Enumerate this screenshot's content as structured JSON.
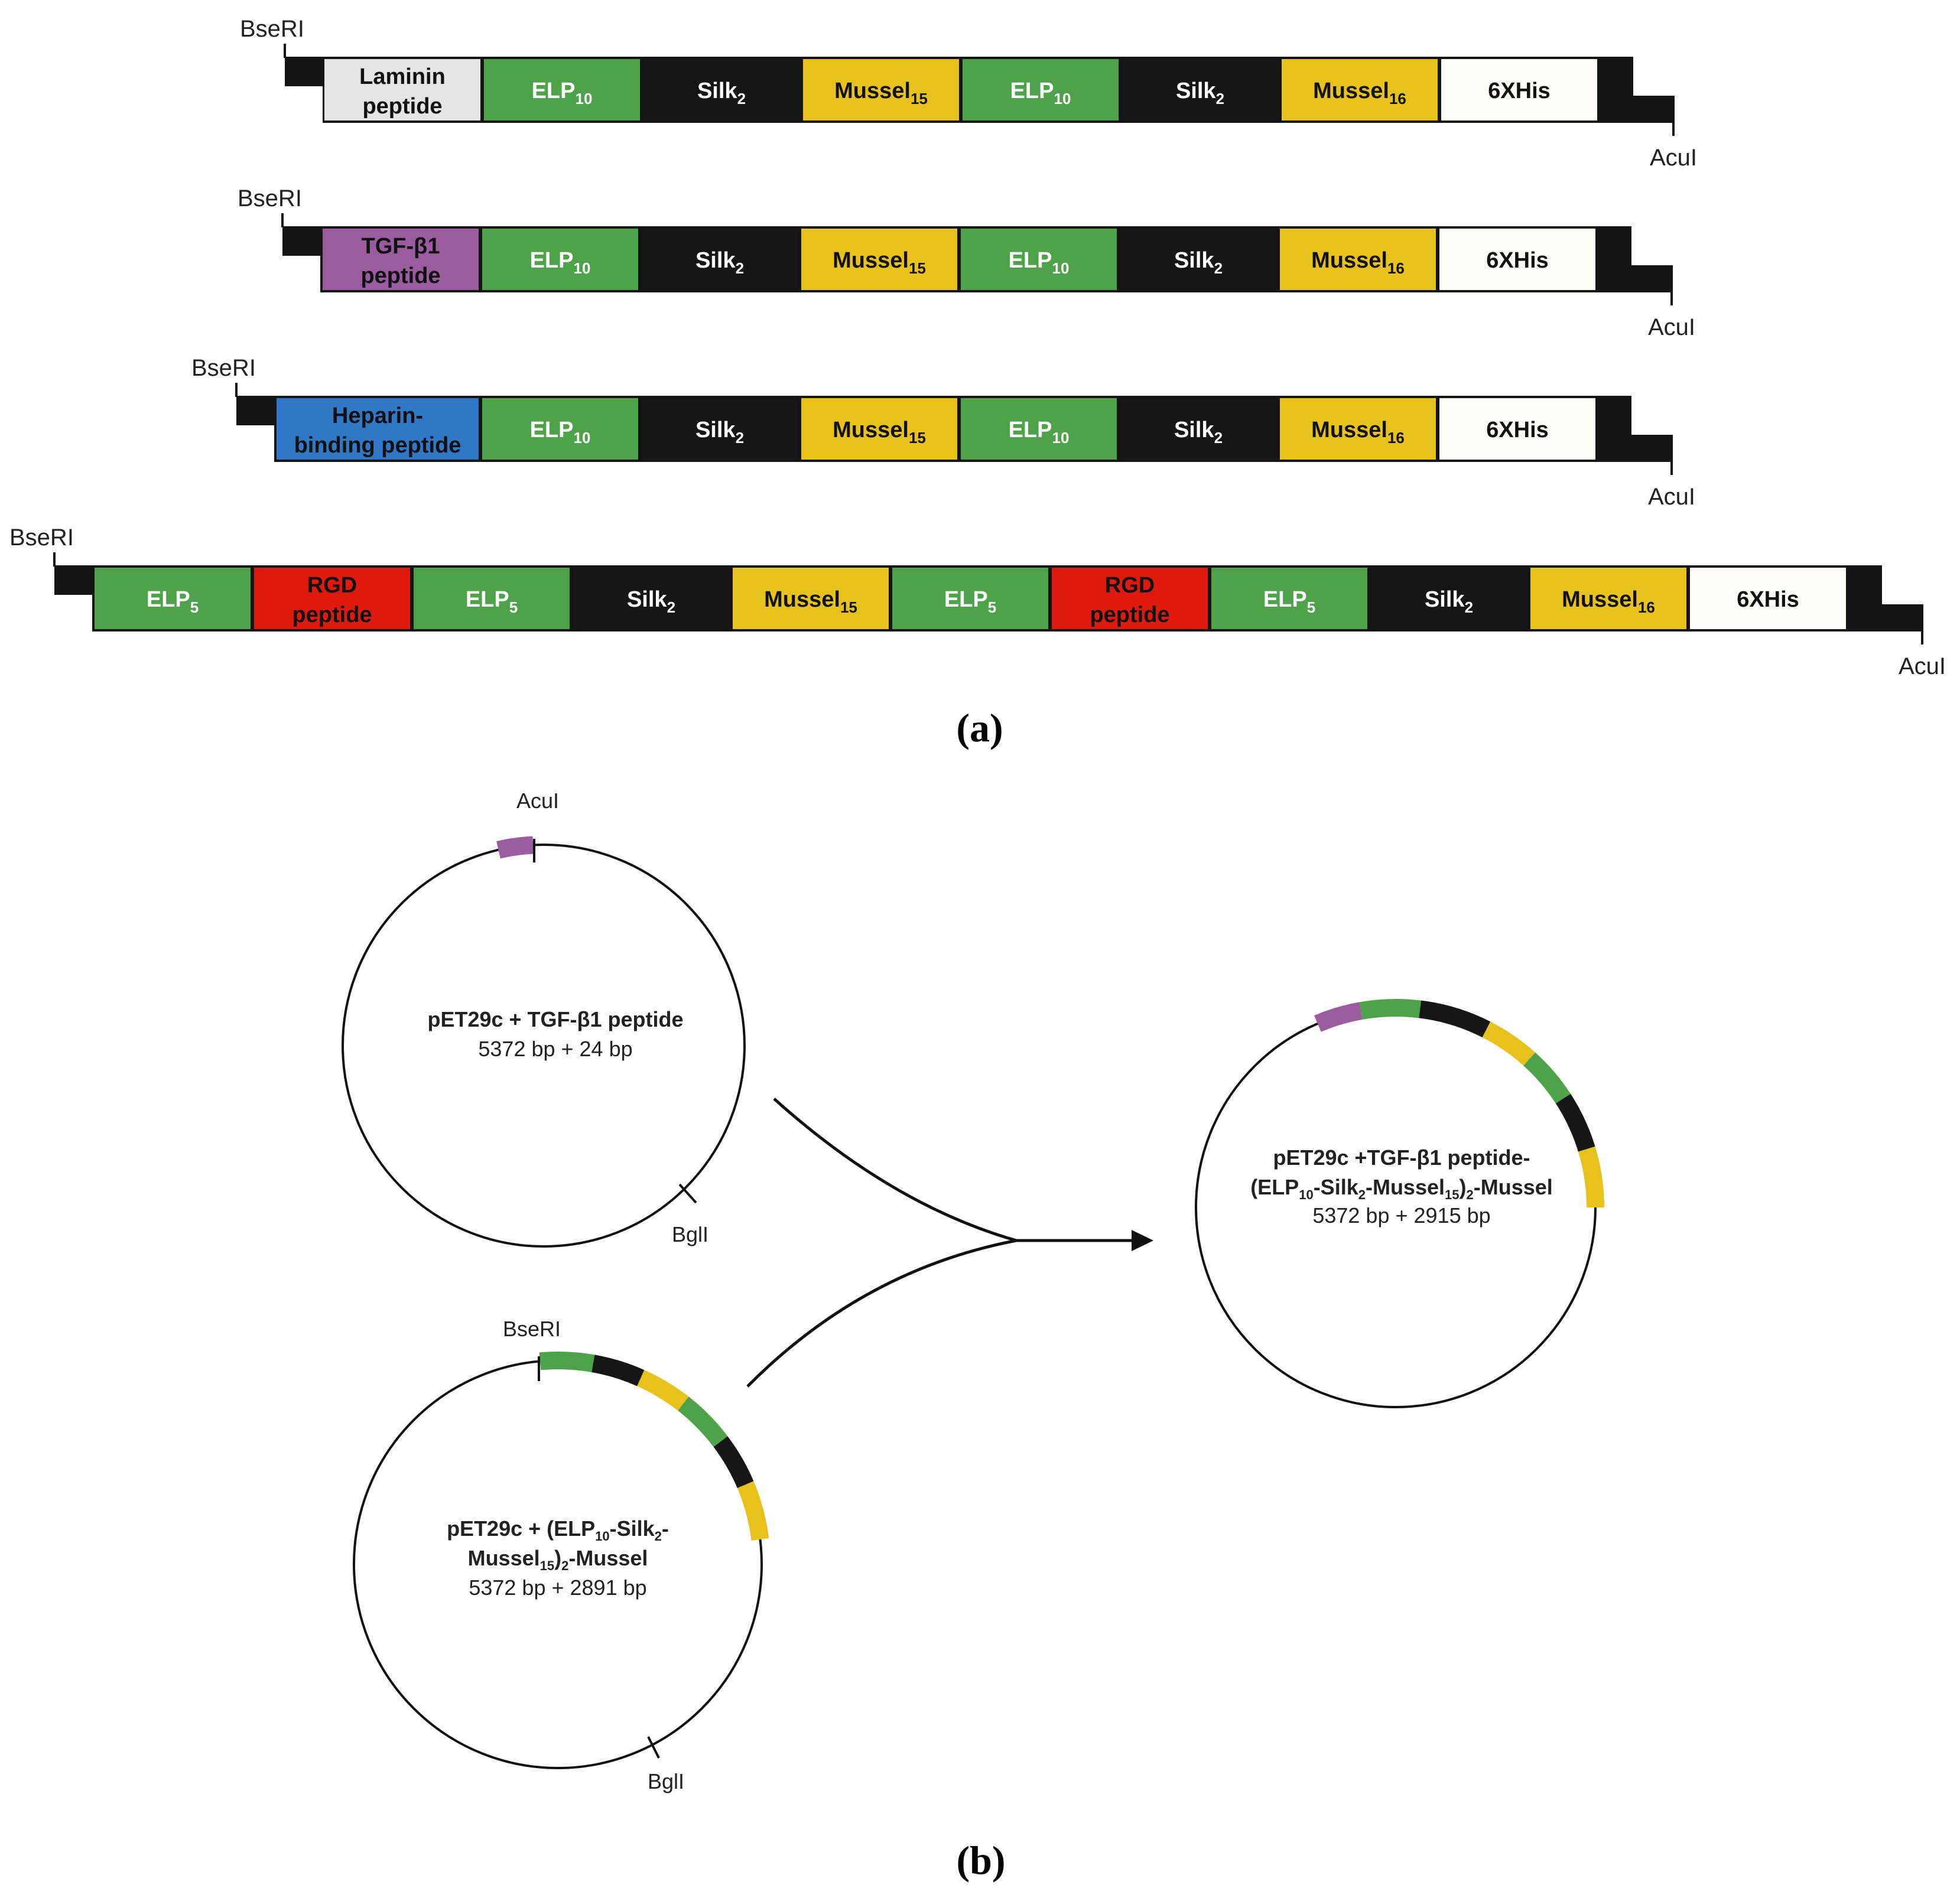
{
  "colors": {
    "elp": "#4ea24a",
    "silk": "#161616",
    "mussel": "#e7c21c",
    "his": "#fffdf7",
    "laminin": "#e4e4e4",
    "tgf": "#9b5b9f",
    "heparin": "#3078c6",
    "rgd": "#dd1a0d",
    "outline": "#111111"
  },
  "panel_a": {
    "caption": "(a)",
    "constructs": [
      {
        "left_site": "BseRI",
        "right_site": "AcuI",
        "segments": [
          {
            "lines": [
              "Laminin",
              "peptide"
            ],
            "color": "laminin",
            "text": "dark"
          },
          {
            "name": "ELP",
            "sub": "10",
            "color": "elp",
            "text": "light"
          },
          {
            "name": "Silk",
            "sub": "2",
            "color": "silk",
            "text": "light"
          },
          {
            "name": "Mussel",
            "sub": "15",
            "color": "mussel",
            "text": "dark"
          },
          {
            "name": "ELP",
            "sub": "10",
            "color": "elp",
            "text": "light"
          },
          {
            "name": "Silk",
            "sub": "2",
            "color": "silk",
            "text": "light"
          },
          {
            "name": "Mussel",
            "sub": "16",
            "color": "mussel",
            "text": "dark"
          },
          {
            "name": "6XHis",
            "sub": "",
            "color": "his",
            "text": "dark"
          }
        ]
      },
      {
        "left_site": "BseRI",
        "right_site": "AcuI",
        "segments": [
          {
            "lines": [
              "TGF-β1",
              "peptide"
            ],
            "color": "tgf",
            "text": "dark"
          },
          {
            "name": "ELP",
            "sub": "10",
            "color": "elp",
            "text": "light"
          },
          {
            "name": "Silk",
            "sub": "2",
            "color": "silk",
            "text": "light"
          },
          {
            "name": "Mussel",
            "sub": "15",
            "color": "mussel",
            "text": "dark"
          },
          {
            "name": "ELP",
            "sub": "10",
            "color": "elp",
            "text": "light"
          },
          {
            "name": "Silk",
            "sub": "2",
            "color": "silk",
            "text": "light"
          },
          {
            "name": "Mussel",
            "sub": "16",
            "color": "mussel",
            "text": "dark"
          },
          {
            "name": "6XHis",
            "sub": "",
            "color": "his",
            "text": "dark"
          }
        ]
      },
      {
        "left_site": "BseRI",
        "right_site": "AcuI",
        "segments": [
          {
            "lines": [
              "Heparin-",
              "binding peptide"
            ],
            "color": "heparin",
            "text": "dark"
          },
          {
            "name": "ELP",
            "sub": "10",
            "color": "elp",
            "text": "light"
          },
          {
            "name": "Silk",
            "sub": "2",
            "color": "silk",
            "text": "light"
          },
          {
            "name": "Mussel",
            "sub": "15",
            "color": "mussel",
            "text": "dark"
          },
          {
            "name": "ELP",
            "sub": "10",
            "color": "elp",
            "text": "light"
          },
          {
            "name": "Silk",
            "sub": "2",
            "color": "silk",
            "text": "light"
          },
          {
            "name": "Mussel",
            "sub": "16",
            "color": "mussel",
            "text": "dark"
          },
          {
            "name": "6XHis",
            "sub": "",
            "color": "his",
            "text": "dark"
          }
        ]
      },
      {
        "left_site": "BseRI",
        "right_site": "AcuI",
        "segments": [
          {
            "name": "ELP",
            "sub": "5",
            "color": "elp",
            "text": "light"
          },
          {
            "lines": [
              "RGD",
              "peptide"
            ],
            "color": "rgd",
            "text": "dark"
          },
          {
            "name": "ELP",
            "sub": "5",
            "color": "elp",
            "text": "light"
          },
          {
            "name": "Silk",
            "sub": "2",
            "color": "silk",
            "text": "light"
          },
          {
            "name": "Mussel",
            "sub": "15",
            "color": "mussel",
            "text": "dark"
          },
          {
            "name": "ELP",
            "sub": "5",
            "color": "elp",
            "text": "light"
          },
          {
            "lines": [
              "RGD",
              "peptide"
            ],
            "color": "rgd",
            "text": "dark"
          },
          {
            "name": "ELP",
            "sub": "5",
            "color": "elp",
            "text": "light"
          },
          {
            "name": "Silk",
            "sub": "2",
            "color": "silk",
            "text": "light"
          },
          {
            "name": "Mussel",
            "sub": "16",
            "color": "mussel",
            "text": "dark"
          },
          {
            "name": "6XHis",
            "sub": "",
            "color": "his",
            "text": "dark"
          }
        ]
      }
    ]
  },
  "panel_b": {
    "caption": "(b)",
    "plasmids": [
      {
        "id": "tgf-plasmid",
        "title_runs": [
          [
            {
              "t": "pET29c + TGF-β1 peptide"
            }
          ]
        ],
        "size": "5372 bp + 24 bp",
        "sites": [
          "AcuI",
          "BglI"
        ],
        "inserts": [
          "tgf"
        ]
      },
      {
        "id": "elp-plasmid",
        "title_runs": [
          [
            {
              "t": "pET29c + (ELP"
            },
            {
              "t": "10",
              "sub": true
            },
            {
              "t": "-Silk"
            },
            {
              "t": "2",
              "sub": true
            },
            {
              "t": "-"
            }
          ],
          [
            {
              "t": "Mussel"
            },
            {
              "t": "15",
              "sub": true
            },
            {
              "t": ")"
            },
            {
              "t": "2",
              "sub": true
            },
            {
              "t": "-Mussel"
            }
          ]
        ],
        "size": "5372 bp + 2891 bp",
        "sites": [
          "BseRI",
          "BglI"
        ],
        "inserts": [
          "elp",
          "silk",
          "mussel",
          "elp",
          "silk",
          "mussel"
        ]
      },
      {
        "id": "product-plasmid",
        "title_runs": [
          [
            {
              "t": "pET29c +TGF-β1 peptide-"
            }
          ],
          [
            {
              "t": "(ELP"
            },
            {
              "t": "10",
              "sub": true
            },
            {
              "t": "-Silk"
            },
            {
              "t": "2",
              "sub": true
            },
            {
              "t": "-Mussel"
            },
            {
              "t": "15",
              "sub": true
            },
            {
              "t": ")"
            },
            {
              "t": "2",
              "sub": true
            },
            {
              "t": "-Mussel"
            }
          ]
        ],
        "size": "5372 bp + 2915 bp",
        "sites": [],
        "inserts": [
          "tgf",
          "elp",
          "silk",
          "mussel",
          "elp",
          "silk",
          "mussel"
        ]
      }
    ]
  }
}
